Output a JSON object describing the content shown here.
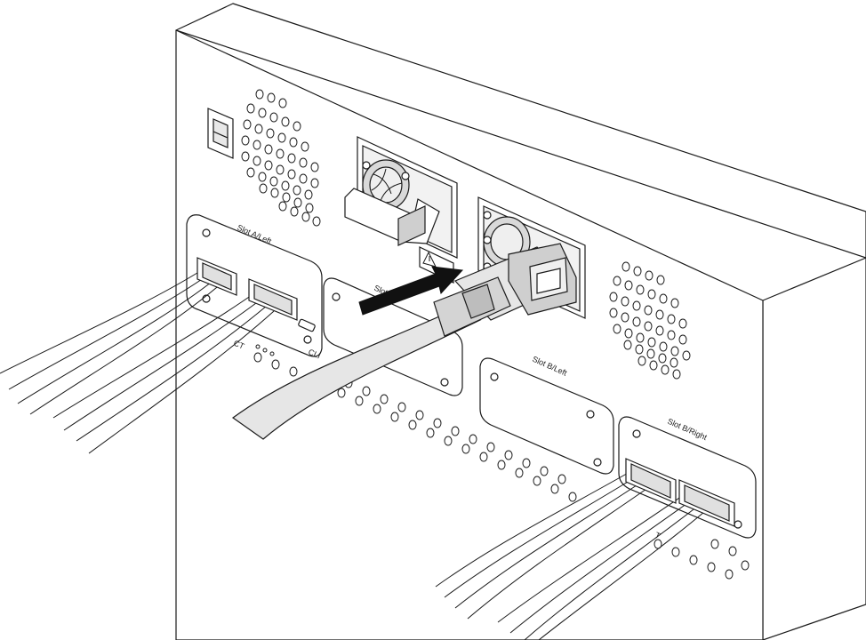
{
  "labels": {
    "slot_a_left": "Slot A/Left",
    "slot_a_right": "Slot A",
    "slot_b_left": "Slot B/Left",
    "slot_b_right": "Slot B/Right",
    "cli": "CLI",
    "act_a": "CT",
    "act_b": "T"
  },
  "colors": {
    "line": "#1a1a1a",
    "chassis": "#ffffff",
    "cable": "#e6e6e6",
    "plug": "#cfcfcf",
    "fan": "#d9d9d9",
    "arrow": "#111111"
  },
  "icons": [
    "power-switch-icon",
    "warning-triangle-icon",
    "arrow-icon",
    "network-icon",
    "usb-icon"
  ]
}
